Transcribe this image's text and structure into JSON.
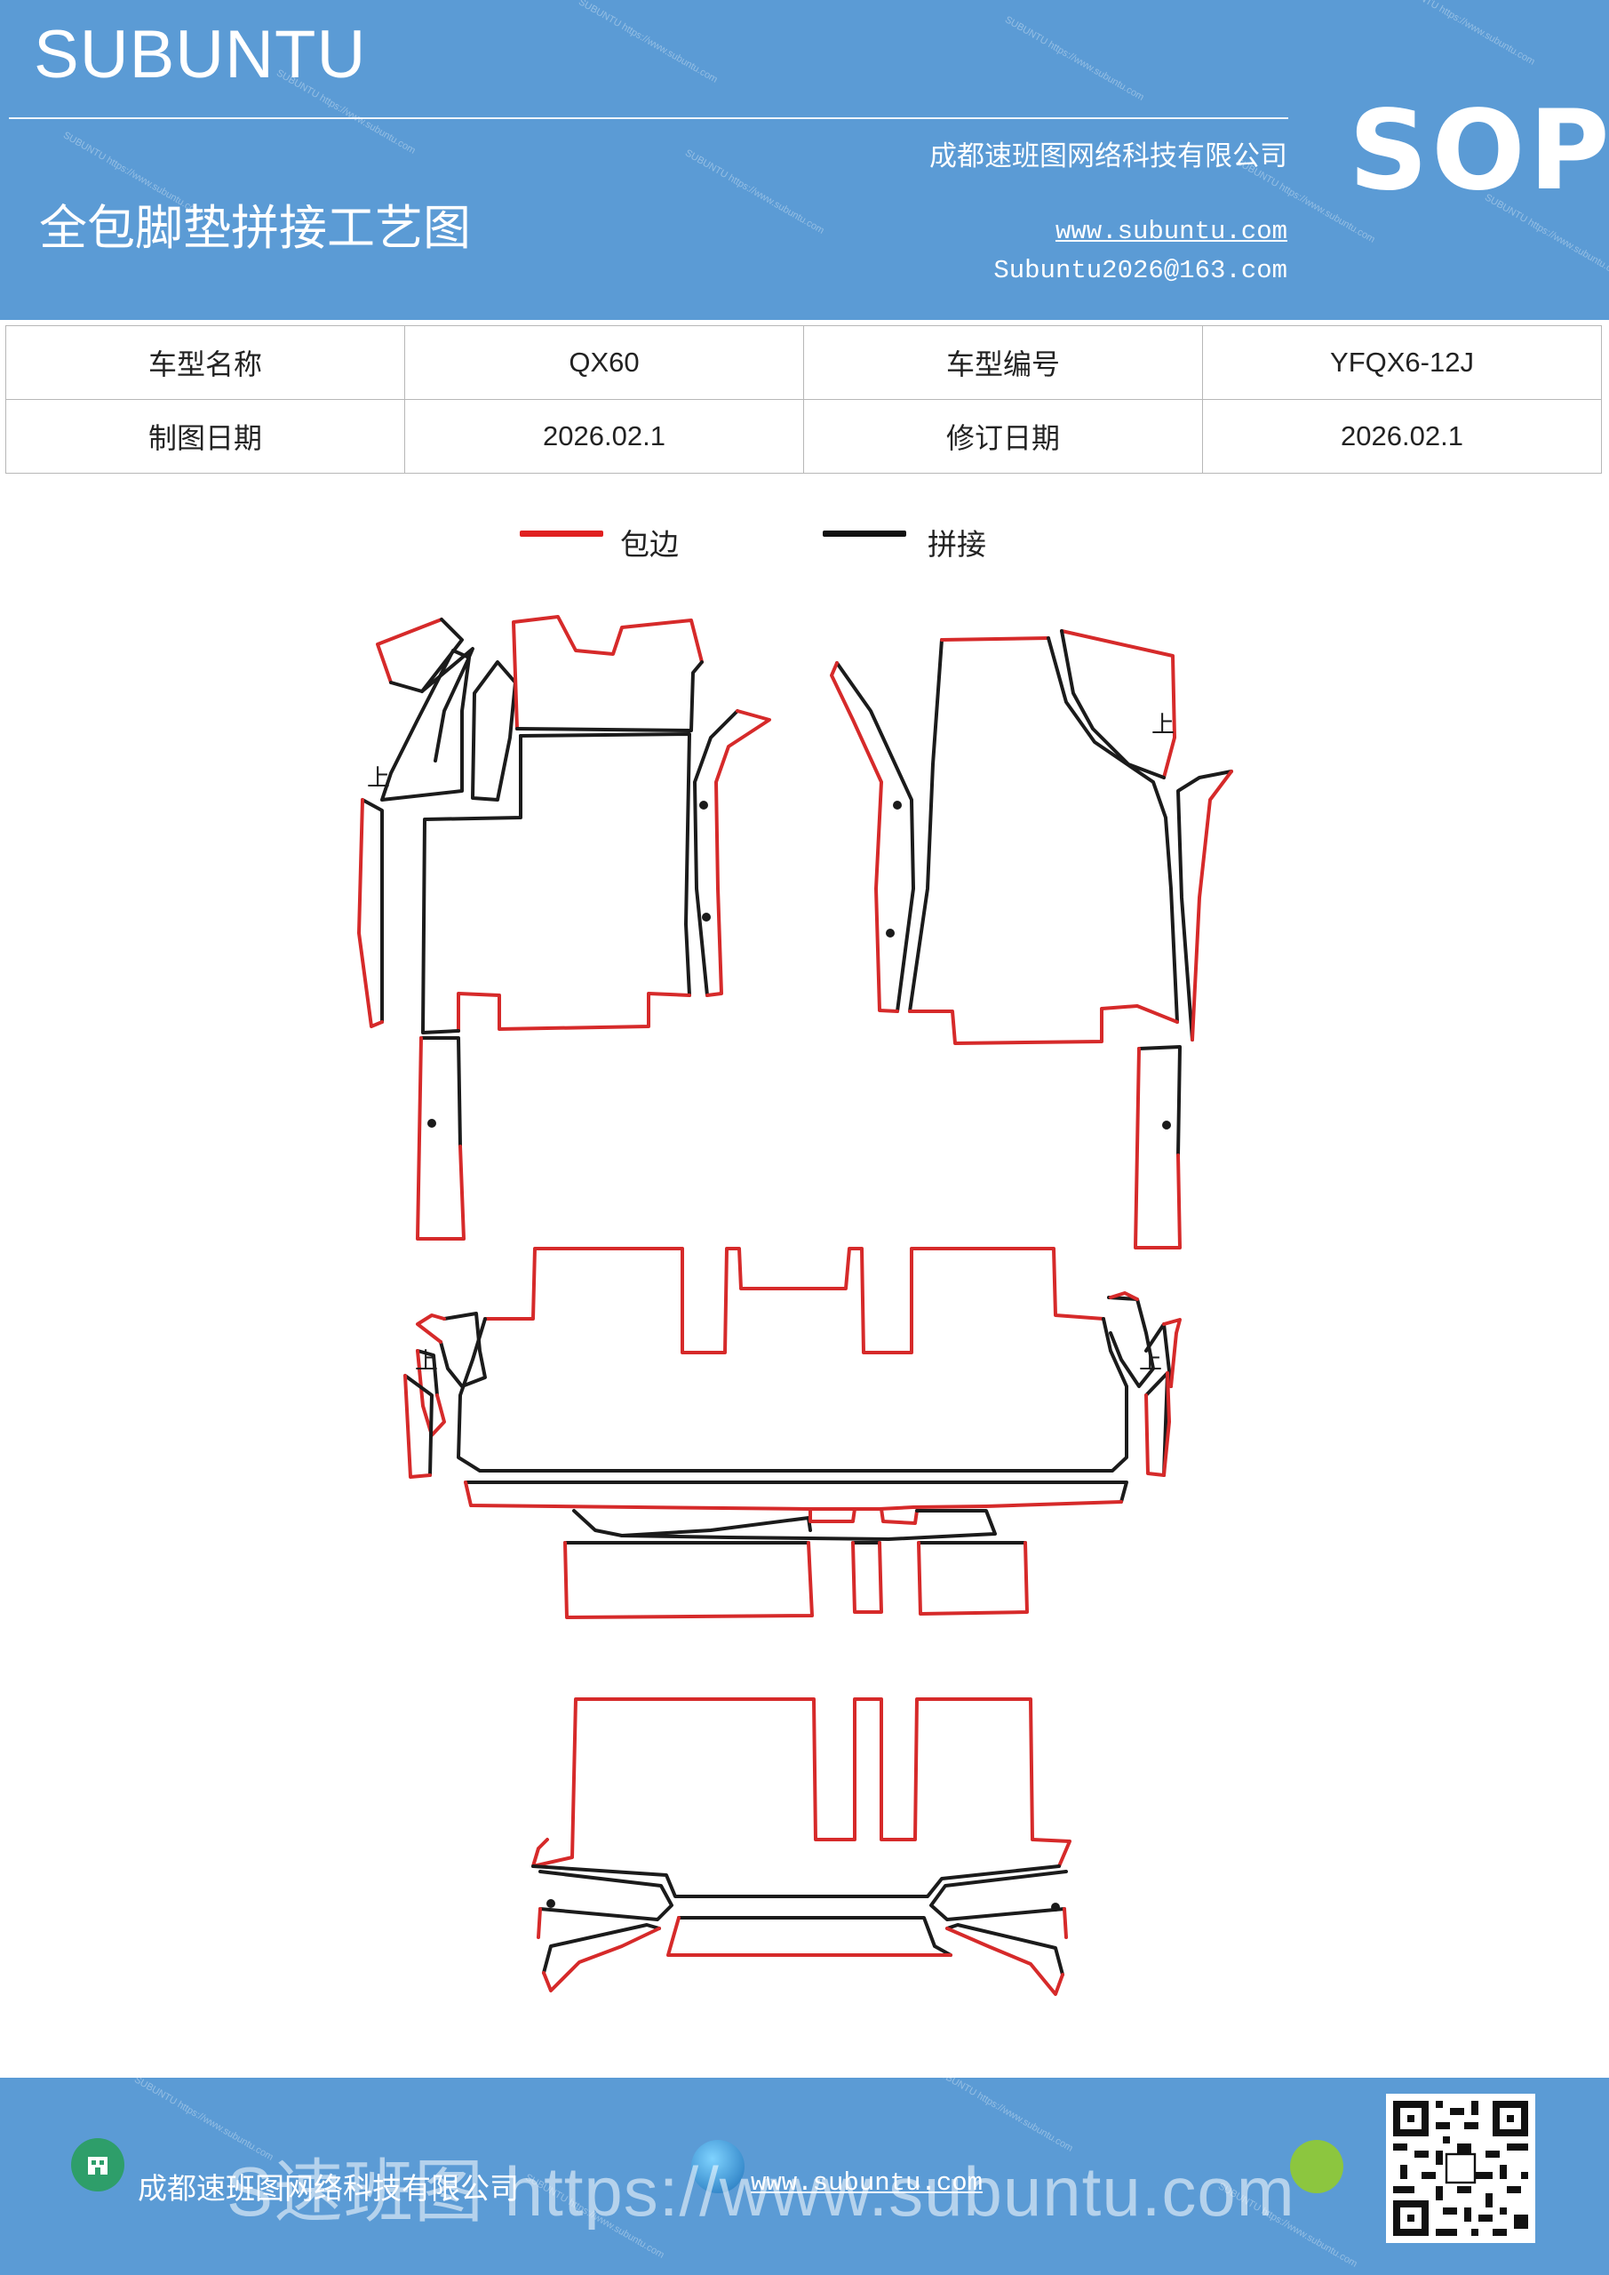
{
  "header": {
    "brand": "SUBUNTU",
    "title": "全包脚垫拼接工艺图",
    "company": "成都速班图网络科技有限公司",
    "website": "www.subuntu.com",
    "email": "Subuntu2026@163.com",
    "badge": "SOP"
  },
  "info_table": {
    "model_name_label": "车型名称",
    "model_name_value": "QX60",
    "model_code_label": "车型编号",
    "model_code_value": "YFQX6-12J",
    "draw_date_label": "制图日期",
    "draw_date_value": "2026.02.1",
    "revise_date_label": "修订日期",
    "revise_date_value": "2026.02.1"
  },
  "legend": {
    "items": [
      {
        "label": "包边",
        "color": "#e02020"
      },
      {
        "label": "拼接",
        "color": "#111111"
      }
    ]
  },
  "diagram": {
    "up_marker": "上"
  },
  "footer": {
    "company": "成都速班图网络科技有限公司",
    "website": "www.subuntu.com",
    "watermark": "S速班图 https://www.subuntu.com"
  },
  "colors": {
    "header_bg": "#5b9bd5",
    "edge_binding": "#d62a2a",
    "seam": "#1b1b1b"
  },
  "icons": [
    "building-icon",
    "globe-icon",
    "wechat-icon",
    "qr-code"
  ]
}
